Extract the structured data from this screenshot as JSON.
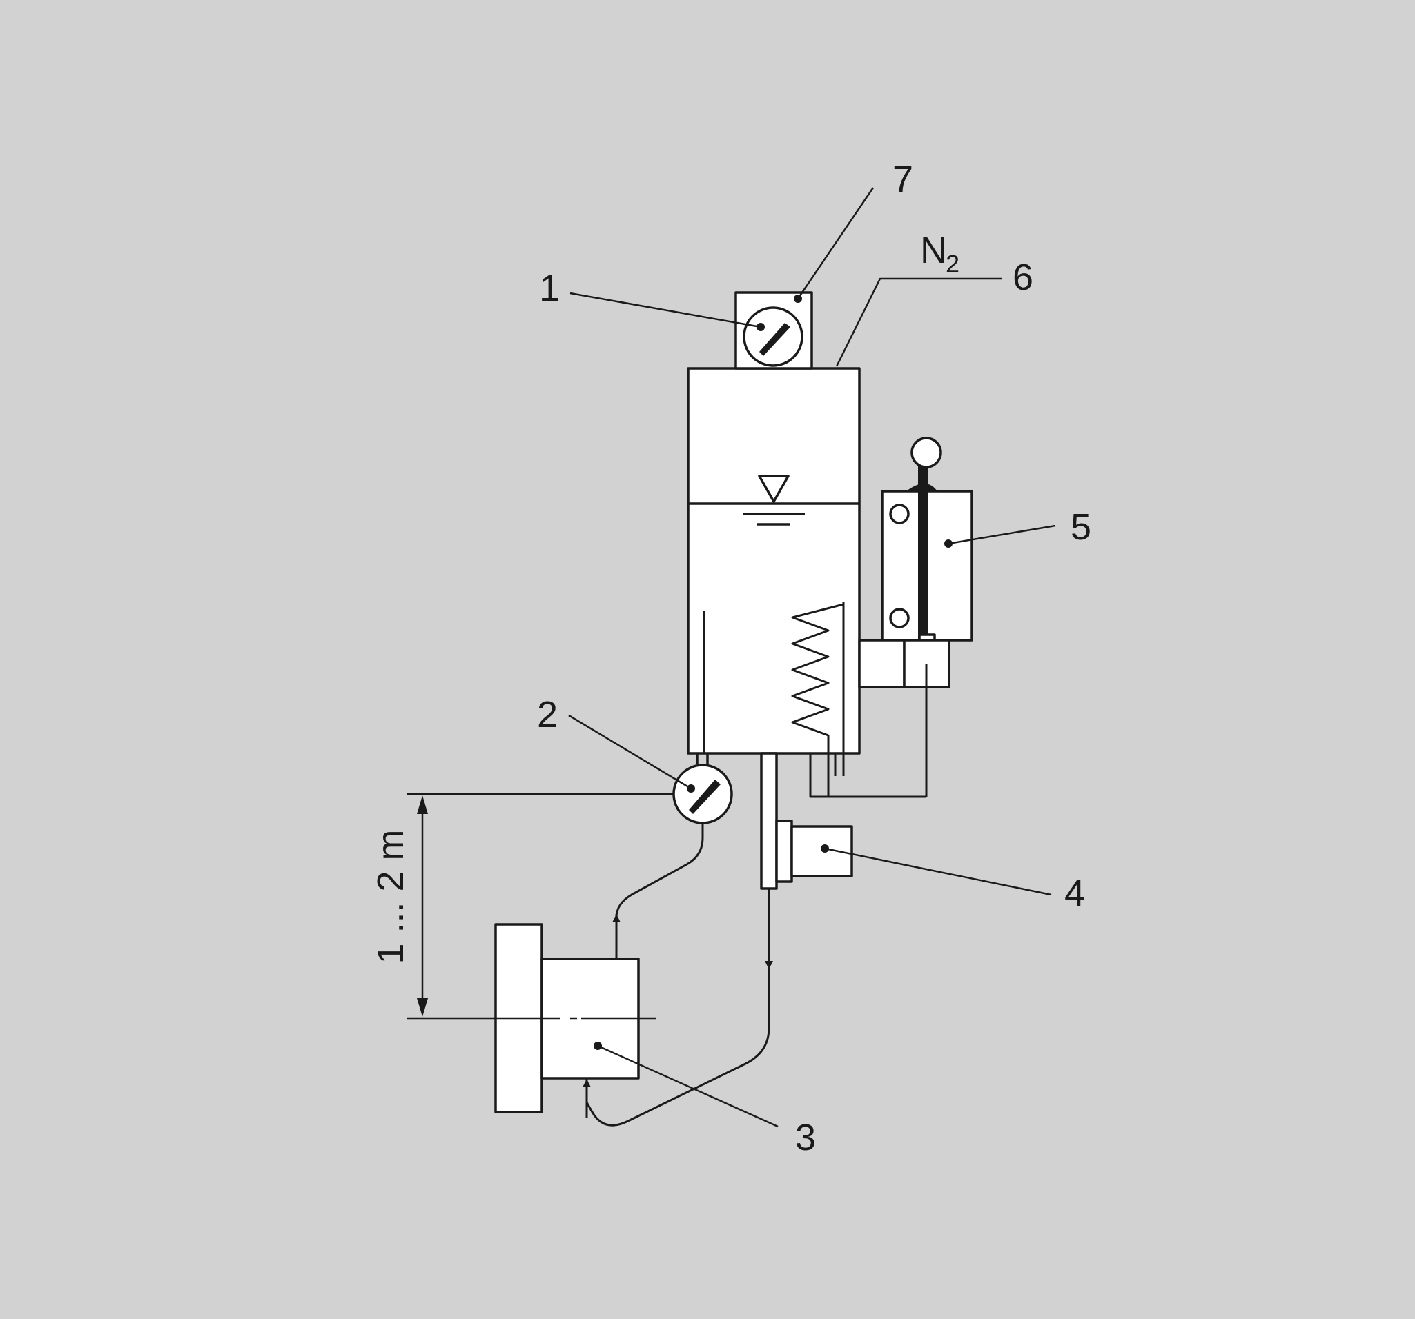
{
  "diagram": {
    "labels": {
      "item1": "1",
      "item2": "2",
      "item3": "3",
      "item4": "4",
      "item5": "5",
      "item6": "6",
      "item7": "7"
    },
    "gas": {
      "symbol": "N",
      "subscript": "2"
    },
    "dimension": "1 ... 2 m"
  },
  "colors": {
    "background": "#d2d2d2",
    "line": "#1a1a1a",
    "fill": "#ffffff"
  }
}
